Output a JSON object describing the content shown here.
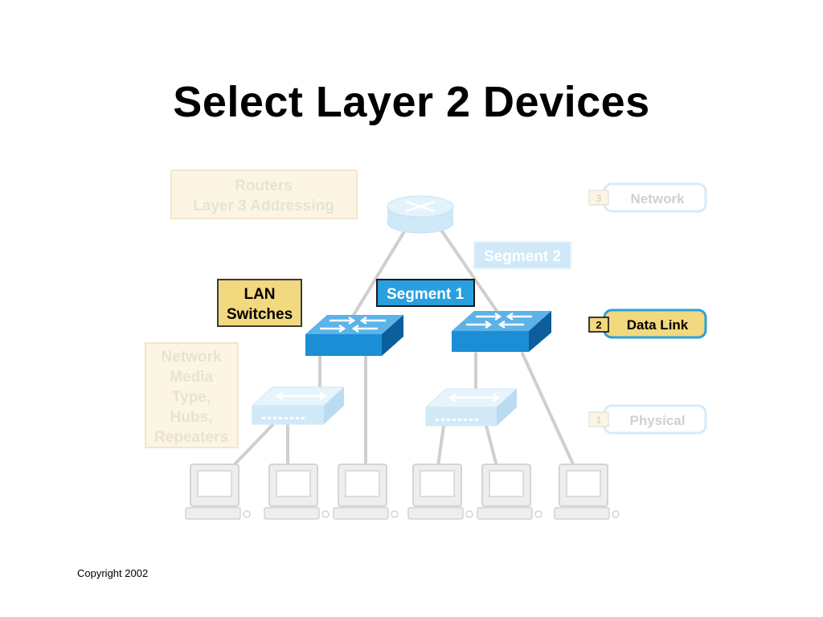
{
  "slide": {
    "title": "Select Layer 2 Devices",
    "copyright": "Copyright 2002"
  },
  "labels": {
    "routers_line1": "Routers",
    "routers_line2": "Layer 3 Addressing",
    "lan_switches_line1": "LAN",
    "lan_switches_line2": "Switches",
    "media_lines": [
      "Network",
      "Media",
      "Type,",
      "Hubs,",
      "Repeaters"
    ],
    "segment_1": "Segment 1",
    "segment_2": "Segment 2"
  },
  "osi_layers": [
    {
      "number": "3",
      "name": "Network",
      "active": false
    },
    {
      "number": "2",
      "name": "Data Link",
      "active": true
    },
    {
      "number": "1",
      "name": "Physical",
      "active": false
    }
  ],
  "colors": {
    "highlight_box": "#f2d87e",
    "faded_box": "#fdf5e4",
    "switch_blue": "#1b8ed6",
    "segment_blue": "#2a9fde",
    "faded_blue": "#cfe9f8"
  }
}
